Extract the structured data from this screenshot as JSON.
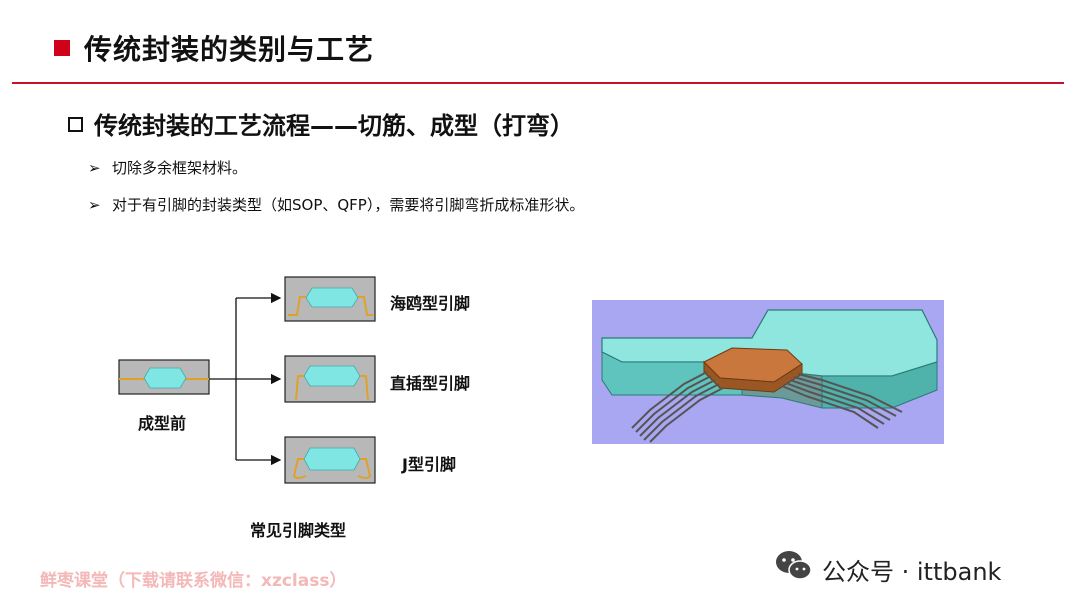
{
  "header": {
    "title": "传统封装的类别与工艺",
    "accent_color": "#c8102e"
  },
  "section": {
    "title": "传统封装的工艺流程——切筋、成型（打弯）",
    "bullets": [
      "切除多余框架材料。",
      "对于有引脚的封装类型（如SOP、QFP），需要将引脚弯折成标准形状。"
    ],
    "bullet_marker": "➢"
  },
  "diagram": {
    "before_label": "成型前",
    "lead_types": [
      "海鸥型引脚",
      "直插型引脚",
      "J型引脚"
    ],
    "caption": "常见引脚类型"
  },
  "watermark": "鲜枣课堂（下载请联系微信：xzclass）",
  "footer": {
    "account": "公众号 · ittbank",
    "icon": "wechat-icon"
  }
}
